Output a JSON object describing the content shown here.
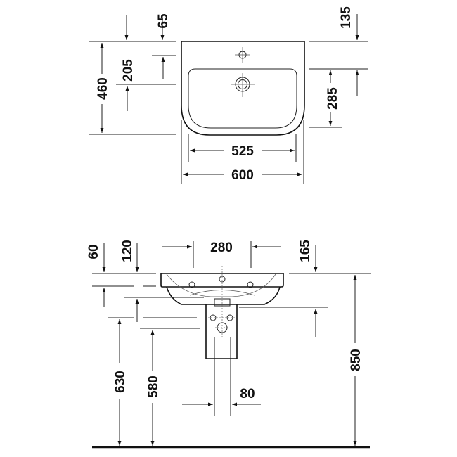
{
  "title": "Washbasin dimension drawing",
  "top_view": {
    "dimensions": {
      "d65": "65",
      "d135": "135",
      "d205": "205",
      "d460": "460",
      "d285": "285",
      "d525": "525",
      "d600": "600"
    }
  },
  "front_view": {
    "dimensions": {
      "d60": "60",
      "d120": "120",
      "d280": "280",
      "d165": "165",
      "d850": "850",
      "d630": "630",
      "d580": "580",
      "d80": "80"
    }
  },
  "colors": {
    "line": "#222222",
    "text": "#111111",
    "background": "#ffffff"
  }
}
